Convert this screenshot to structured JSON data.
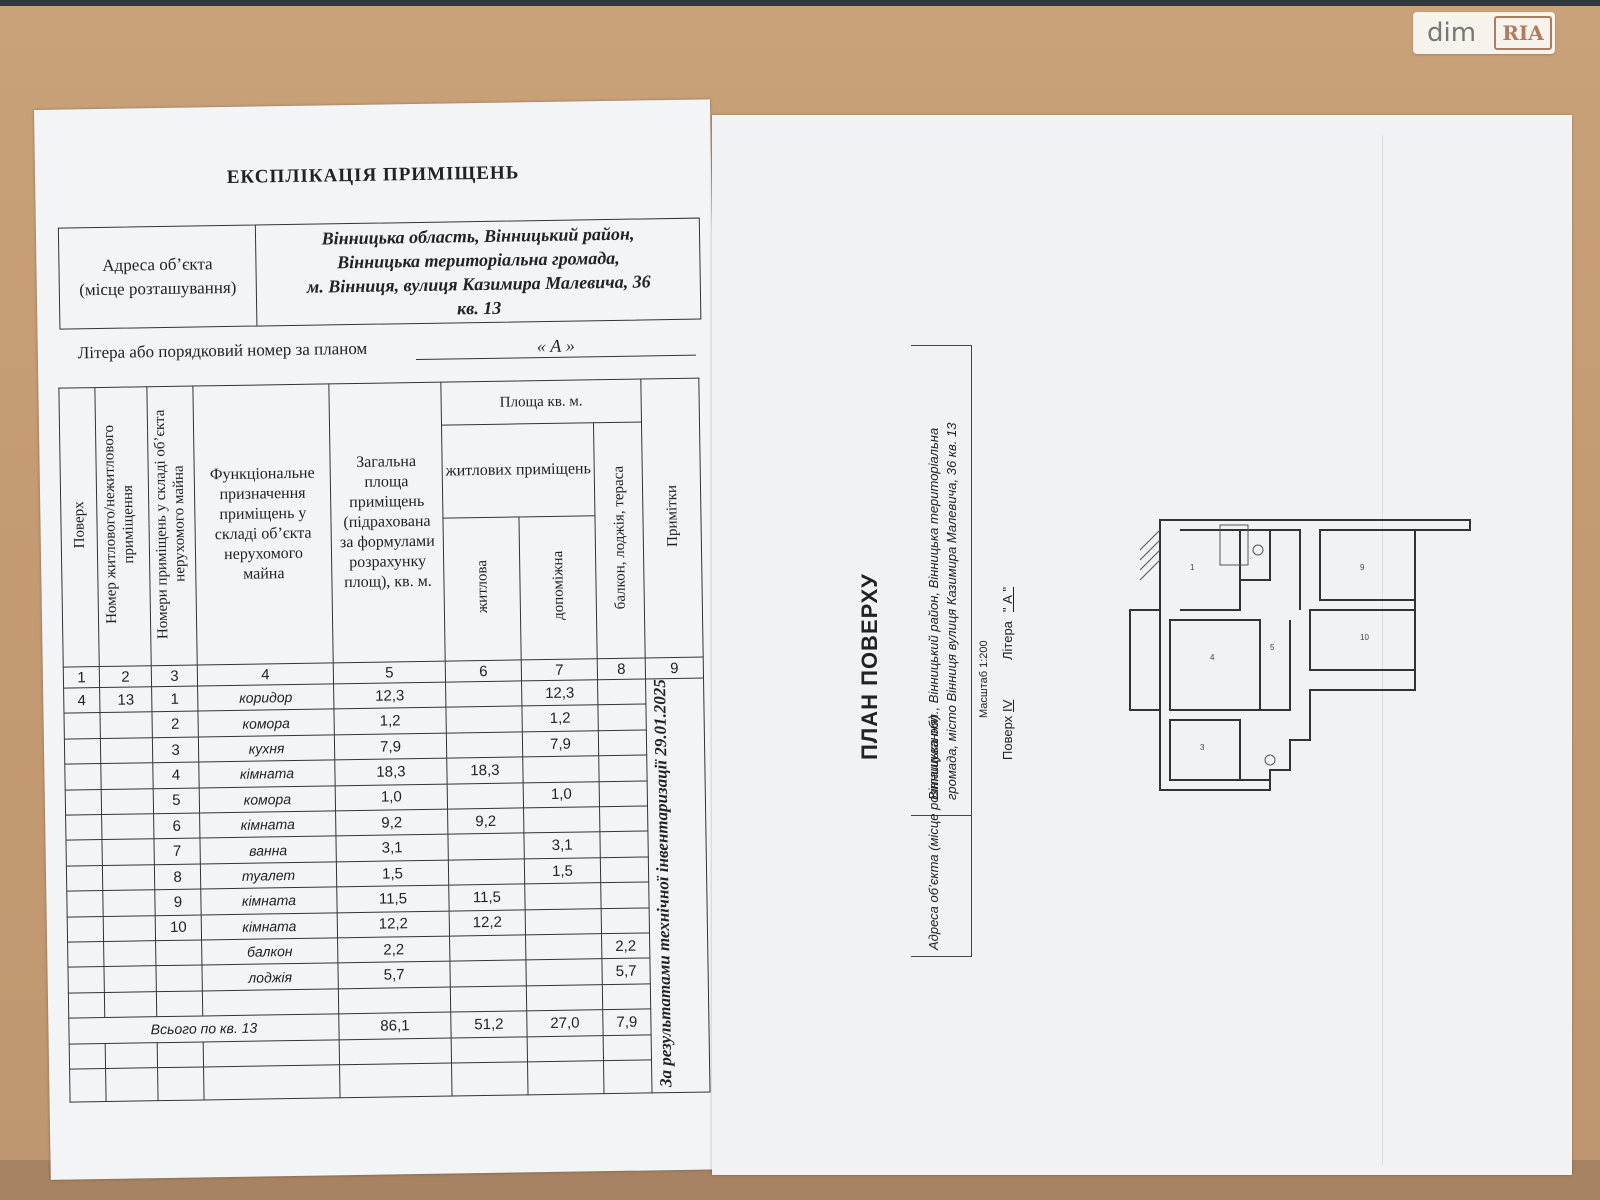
{
  "watermark": {
    "dim": "dim",
    "ria": "RIA"
  },
  "left": {
    "title": "ЕКСПЛІКАЦІЯ ПРИМІЩЕНЬ",
    "address_label": [
      "Адреса об’єкта",
      "(місце розташування)"
    ],
    "address_value": [
      "Вінницька область, Вінницький район,",
      "Вінницька територіальна громада,",
      "м. Вінниця, вулиця Казимира Малевича, 36",
      "кв. 13"
    ],
    "litera_label": "Літера або порядковий номер за планом",
    "litera_value": "«   А   »",
    "headers": {
      "c1": "Поверх",
      "c2": "Номер житлового/нежитлового приміщення",
      "c3": "Номери приміщень у складі об’єкта нерухомого майна",
      "c4": "Функціональне призначення приміщень у складі об’єкта нерухомого майна",
      "c5": "Загальна площа приміщень (підрахована за формулами розрахунку площ), кв. м.",
      "area": "Площа кв. м.",
      "living": "житлових приміщень",
      "c6": "житлова",
      "c7": "допоміжна",
      "c8": "балкон, лоджія, тераса",
      "c9": "Примітки"
    },
    "col_numbers": [
      "1",
      "2",
      "3",
      "4",
      "5",
      "6",
      "7",
      "8",
      "9"
    ],
    "rows": [
      {
        "floor": "4",
        "apt": "13",
        "no": "1",
        "name": "коридор",
        "total": "12,3",
        "living": "",
        "aux": "12,3",
        "balc": ""
      },
      {
        "floor": "",
        "apt": "",
        "no": "2",
        "name": "комора",
        "total": "1,2",
        "living": "",
        "aux": "1,2",
        "balc": ""
      },
      {
        "floor": "",
        "apt": "",
        "no": "3",
        "name": "кухня",
        "total": "7,9",
        "living": "",
        "aux": "7,9",
        "balc": ""
      },
      {
        "floor": "",
        "apt": "",
        "no": "4",
        "name": "кімната",
        "total": "18,3",
        "living": "18,3",
        "aux": "",
        "balc": ""
      },
      {
        "floor": "",
        "apt": "",
        "no": "5",
        "name": "комора",
        "total": "1,0",
        "living": "",
        "aux": "1,0",
        "balc": ""
      },
      {
        "floor": "",
        "apt": "",
        "no": "6",
        "name": "кімната",
        "total": "9,2",
        "living": "9,2",
        "aux": "",
        "balc": ""
      },
      {
        "floor": "",
        "apt": "",
        "no": "7",
        "name": "ванна",
        "total": "3,1",
        "living": "",
        "aux": "3,1",
        "balc": ""
      },
      {
        "floor": "",
        "apt": "",
        "no": "8",
        "name": "туалет",
        "total": "1,5",
        "living": "",
        "aux": "1,5",
        "balc": ""
      },
      {
        "floor": "",
        "apt": "",
        "no": "9",
        "name": "кімната",
        "total": "11,5",
        "living": "11,5",
        "aux": "",
        "balc": ""
      },
      {
        "floor": "",
        "apt": "",
        "no": "10",
        "name": "кімната",
        "total": "12,2",
        "living": "12,2",
        "aux": "",
        "balc": ""
      },
      {
        "floor": "",
        "apt": "",
        "no": "",
        "name": "балкон",
        "total": "2,2",
        "living": "",
        "aux": "",
        "balc": "2,2"
      },
      {
        "floor": "",
        "apt": "",
        "no": "",
        "name": "лоджія",
        "total": "5,7",
        "living": "",
        "aux": "",
        "balc": "5,7"
      },
      {
        "floor": "",
        "apt": "",
        "no": "",
        "name": "",
        "total": "",
        "living": "",
        "aux": "",
        "balc": ""
      }
    ],
    "total_row": {
      "label": "Всього по кв. 13",
      "total": "86,1",
      "living": "51,2",
      "aux": "27,0",
      "balc": "7,9"
    },
    "note": "За результатами технічної інвентаризації 29.01.2025"
  },
  "right": {
    "plan_title": "ПЛАН ПОВЕРХУ",
    "address_label": "Адреса об’єкта (місце розташування)",
    "address_value": [
      "Вінницька обл., Вінницький район, Вінницька територіальна",
      "громада, місто Вінниця вулиця Казимира Малевича, 36 кв. 13"
    ],
    "scale": "Масштаб 1:200",
    "floor_label": "Поверх",
    "floor_value": "IV",
    "litera_label": "Літера",
    "litera_value": "\" А \""
  }
}
